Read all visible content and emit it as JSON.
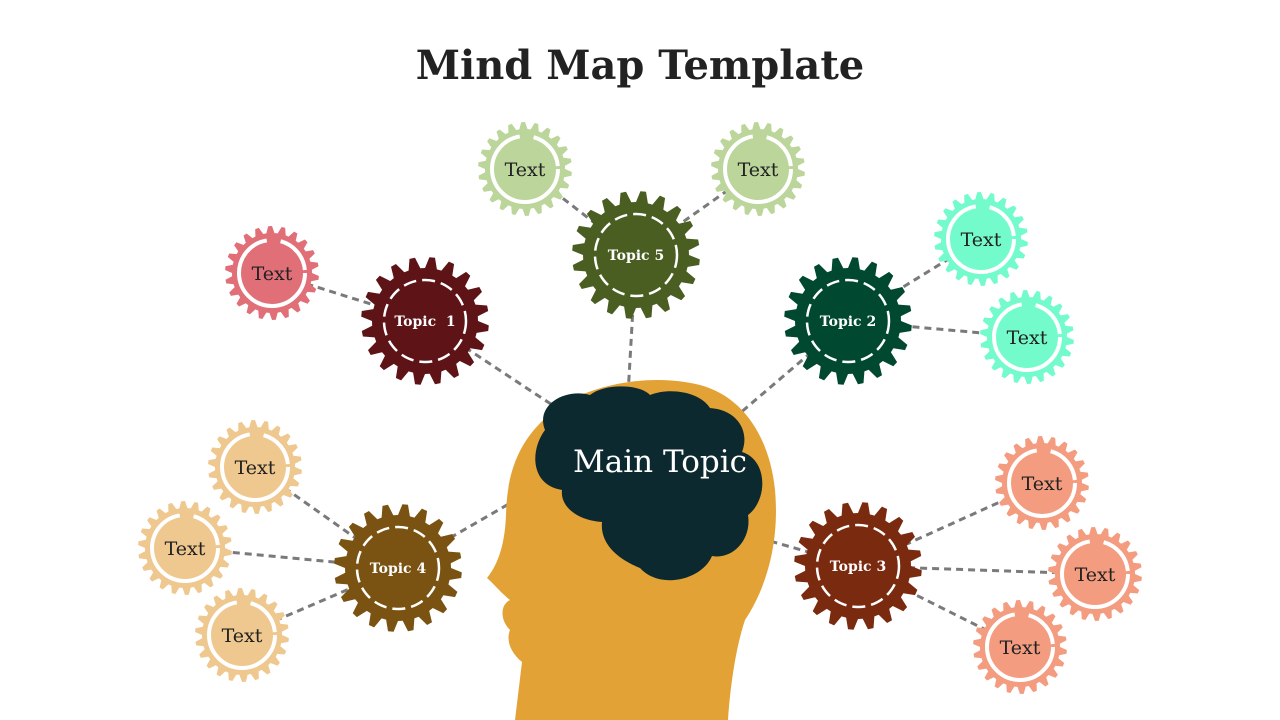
{
  "title": "Mind Map Template",
  "main_topic": {
    "label": "Main Topic",
    "head_color": "#E3A236",
    "brain_color": "#0D2930"
  },
  "topics": [
    {
      "id": "topic-1",
      "label": "Topic  1",
      "color": "#5E1317"
    },
    {
      "id": "topic-2",
      "label": "Topic 2",
      "color": "#004830"
    },
    {
      "id": "topic-3",
      "label": "Topic 3",
      "color": "#7A2A0F"
    },
    {
      "id": "topic-4",
      "label": "Topic 4",
      "color": "#7A5211"
    },
    {
      "id": "topic-5",
      "label": "Topic 5",
      "color": "#4A5E22"
    }
  ],
  "subtopics": [
    {
      "parent": "topic-1",
      "label": "Text",
      "color": "#E06F78"
    },
    {
      "parent": "topic-5",
      "label": "Text",
      "color": "#BBD59B"
    },
    {
      "parent": "topic-5",
      "label": "Text",
      "color": "#BBD59B"
    },
    {
      "parent": "topic-2",
      "label": "Text",
      "color": "#74FBCC"
    },
    {
      "parent": "topic-2",
      "label": "Text",
      "color": "#74FBCC"
    },
    {
      "parent": "topic-4",
      "label": "Text",
      "color": "#EEC88F"
    },
    {
      "parent": "topic-4",
      "label": "Text",
      "color": "#EEC88F"
    },
    {
      "parent": "topic-4",
      "label": "Text",
      "color": "#EEC88F"
    },
    {
      "parent": "topic-3",
      "label": "Text",
      "color": "#F49C80"
    },
    {
      "parent": "topic-3",
      "label": "Text",
      "color": "#F49C80"
    },
    {
      "parent": "topic-3",
      "label": "Text",
      "color": "#F49C80"
    }
  ]
}
